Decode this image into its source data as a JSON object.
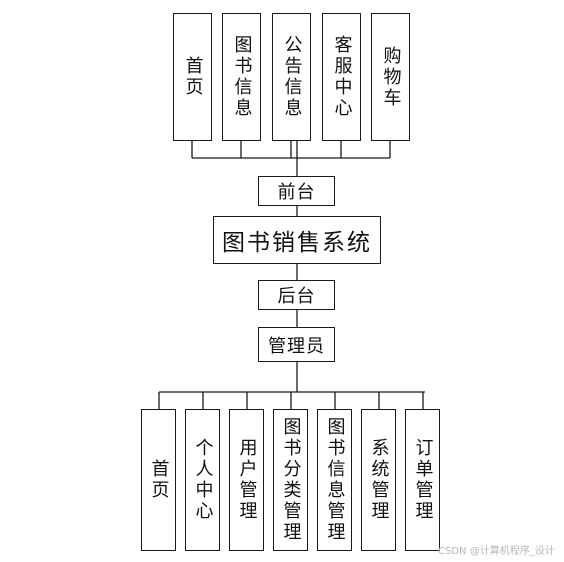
{
  "diagram": {
    "root": "图书销售系统",
    "front": {
      "label": "前台",
      "modules": [
        "首页",
        "图书信息",
        "公告信息",
        "客服中心",
        "购物车"
      ]
    },
    "back": {
      "label": "后台",
      "role": "管理员",
      "modules": [
        "首页",
        "个人中心",
        "用户管理",
        "图书分类管理",
        "图书信息管理",
        "系统管理",
        "订单管理"
      ]
    }
  },
  "watermark": "CSDN @计算机程序_设计"
}
